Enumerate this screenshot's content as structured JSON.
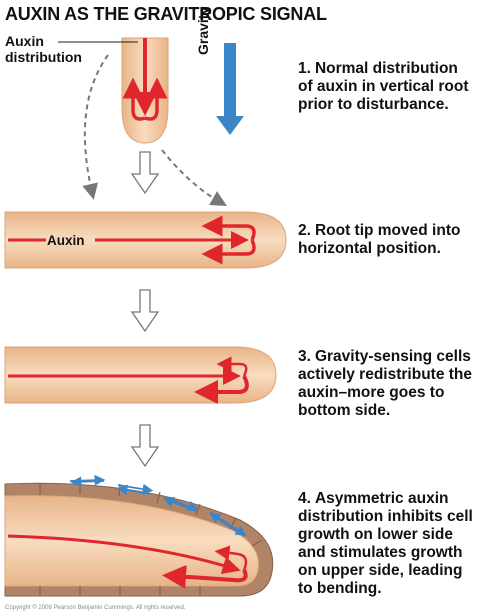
{
  "title": "AUXIN AS THE GRAVITROPIC SIGNAL",
  "labels": {
    "auxin_distribution_line1": "Auxin",
    "auxin_distribution_line2": "distribution",
    "gravity": "Gravity",
    "auxin": "Auxin"
  },
  "steps": [
    {
      "num": "1.",
      "lines": [
        "Normal distribution",
        "of auxin in vertical root",
        "prior to disturbance."
      ]
    },
    {
      "num": "2.",
      "lines": [
        "Root tip moved into",
        "horizontal position."
      ]
    },
    {
      "num": "3.",
      "lines": [
        "Gravity-sensing cells",
        "actively redistribute the",
        "auxin–more goes to",
        "bottom side."
      ]
    },
    {
      "num": "4.",
      "lines": [
        "Asymmetric auxin",
        "distribution inhibits cell",
        "growth on lower side",
        "and stimulates growth",
        "on upper side, leading",
        "to bending."
      ]
    }
  ],
  "copyright": "Copyright © 2008 Pearson Benjamin Cummings. All rights reserved.",
  "colors": {
    "root_fill": "#f2c9a0",
    "root_edge": "#d9a679",
    "auxin_red": "#e0262b",
    "gravity_blue": "#3a86c8",
    "cell_brown": "#b08466"
  }
}
